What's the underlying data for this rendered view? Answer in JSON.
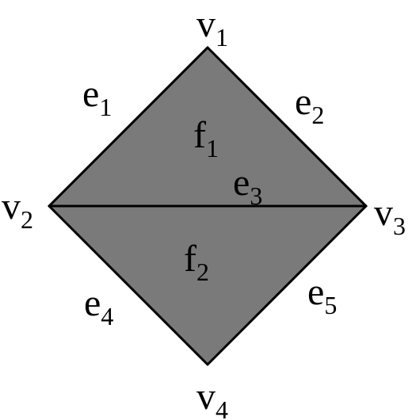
{
  "diagram": {
    "colors": {
      "face_fill": "#7a7a7a",
      "stroke": "#000000",
      "label": "#000000",
      "background": "#ffffff"
    },
    "vertices": [
      {
        "id": "v1",
        "letter": "v",
        "subscript": "1"
      },
      {
        "id": "v2",
        "letter": "v",
        "subscript": "2"
      },
      {
        "id": "v3",
        "letter": "v",
        "subscript": "3"
      },
      {
        "id": "v4",
        "letter": "v",
        "subscript": "4"
      }
    ],
    "edges": [
      {
        "id": "e1",
        "letter": "e",
        "subscript": "1",
        "from": "v1",
        "to": "v2"
      },
      {
        "id": "e2",
        "letter": "e",
        "subscript": "2",
        "from": "v1",
        "to": "v3"
      },
      {
        "id": "e3",
        "letter": "e",
        "subscript": "3",
        "from": "v2",
        "to": "v3"
      },
      {
        "id": "e4",
        "letter": "e",
        "subscript": "4",
        "from": "v2",
        "to": "v4"
      },
      {
        "id": "e5",
        "letter": "e",
        "subscript": "5",
        "from": "v3",
        "to": "v4"
      }
    ],
    "faces": [
      {
        "id": "f1",
        "letter": "f",
        "subscript": "1",
        "vertices": [
          "v1",
          "v2",
          "v3"
        ]
      },
      {
        "id": "f2",
        "letter": "f",
        "subscript": "2",
        "vertices": [
          "v2",
          "v3",
          "v4"
        ]
      }
    ]
  }
}
